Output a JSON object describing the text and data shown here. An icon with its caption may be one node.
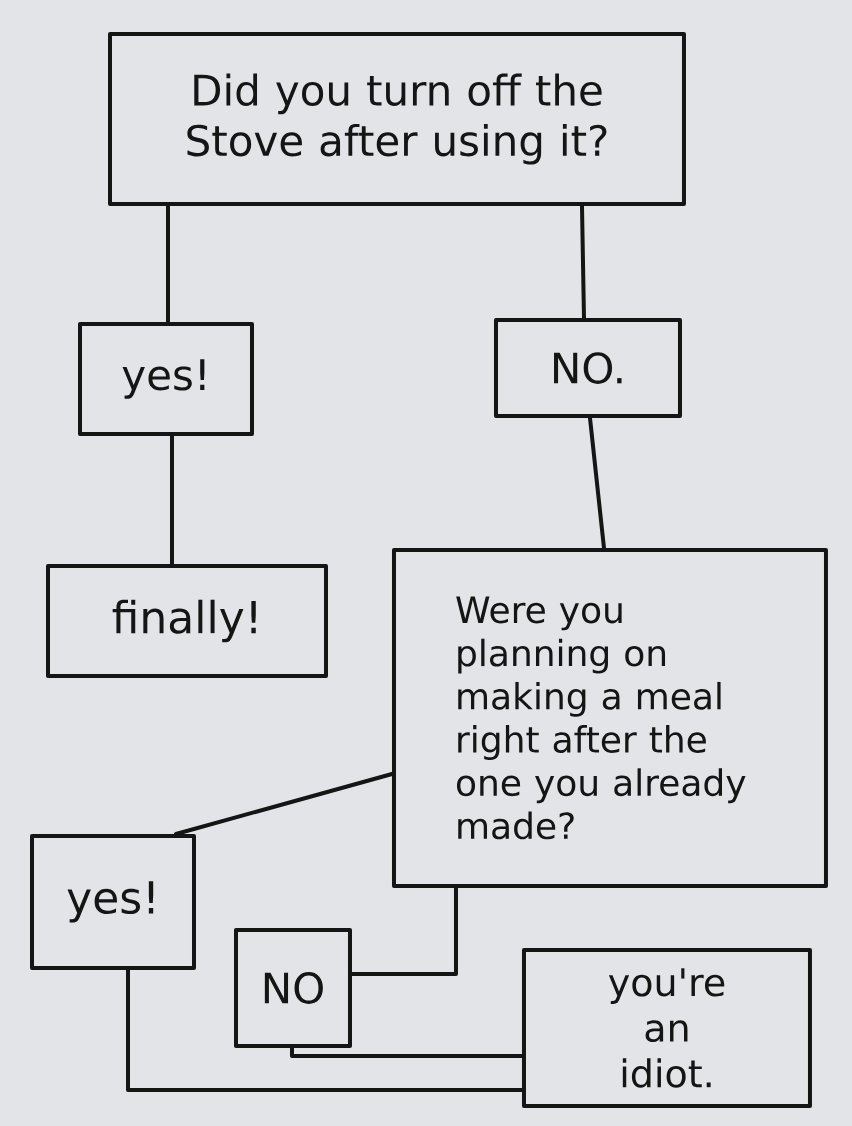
{
  "diagram": {
    "nodes": [
      {
        "text": [
          "Did you turn off the Stove after using it?"
        ]
      },
      {
        "text": [
          "yes!"
        ]
      },
      {
        "text": [
          "NO."
        ]
      },
      {
        "text": [
          "finally!"
        ]
      },
      {
        "text": [
          "Were you planning on making a meal right after the one you already made?"
        ]
      },
      {
        "text": [
          "yes!"
        ]
      },
      {
        "text": [
          "NO"
        ]
      },
      {
        "text": [
          "you're an idiot."
        ]
      }
    ],
    "edges": [
      {
        "from": 0,
        "to": 1,
        "arrow": "none"
      },
      {
        "from": 0,
        "to": 2,
        "arrow": "none"
      },
      {
        "from": 1,
        "to": 3,
        "arrow": "none"
      },
      {
        "from": 2,
        "to": 4,
        "arrow": "none"
      },
      {
        "from": 4,
        "to": 5,
        "arrow": "none"
      },
      {
        "from": 4,
        "to": 6,
        "arrow": "none"
      },
      {
        "from": 5,
        "to": 7,
        "arrow": "none"
      },
      {
        "from": 6,
        "to": 7,
        "arrow": "none"
      }
    ]
  }
}
